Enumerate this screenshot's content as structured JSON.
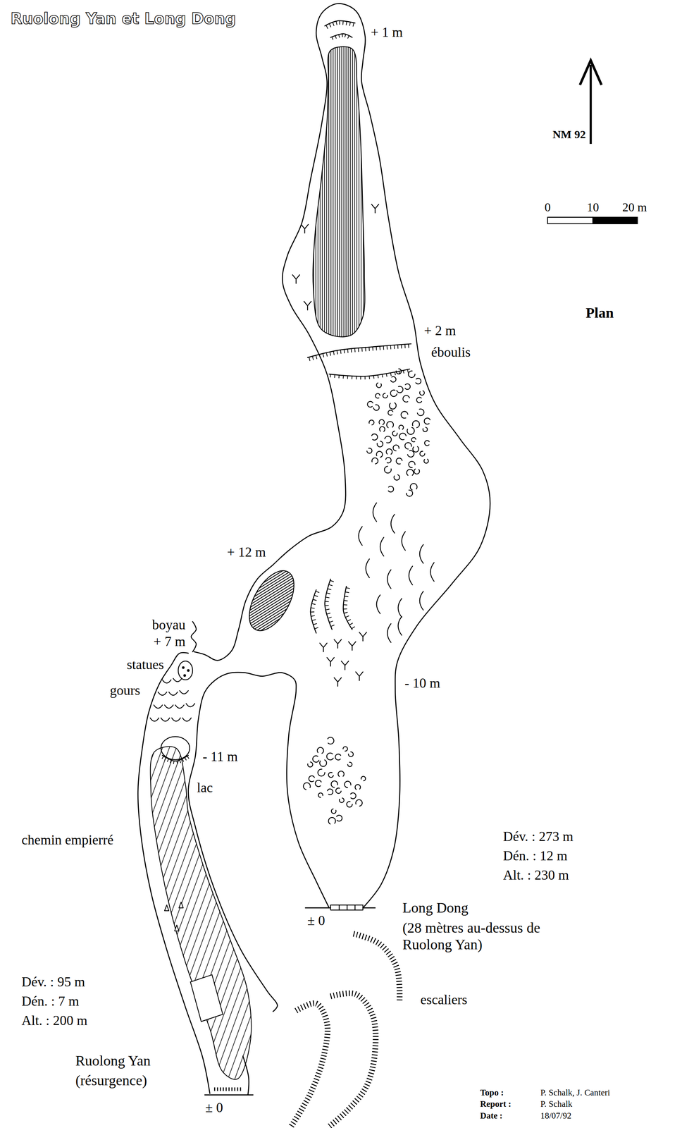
{
  "diagram": {
    "title": "Ruolong Yan et Long Dong",
    "labels": [
      "+ 1 m",
      "NM 92",
      "0",
      "10",
      "20 m",
      "Plan",
      "+ 2 m",
      "éboulis",
      "+ 12 m",
      "boyau",
      "+ 7 m",
      "statues",
      "gours",
      "- 10 m",
      "- 11 m",
      "lac",
      "chemin empierré",
      "Dév. : 273 m",
      "Dén. : 12 m",
      "Alt. : 230 m",
      "± 0",
      "Long Dong",
      "(28 mètres au-dessus de Ruolong Yan)",
      "escaliers",
      "Dév. : 95 m",
      "Dén. : 7 m",
      "Alt. : 200 m",
      "Ruolong Yan",
      "(résurgence)",
      "± 0",
      "Topo :",
      "P. Schalk, J. Canteri",
      "Report :",
      "P. Schalk",
      "Date :",
      "18/07/92"
    ]
  }
}
